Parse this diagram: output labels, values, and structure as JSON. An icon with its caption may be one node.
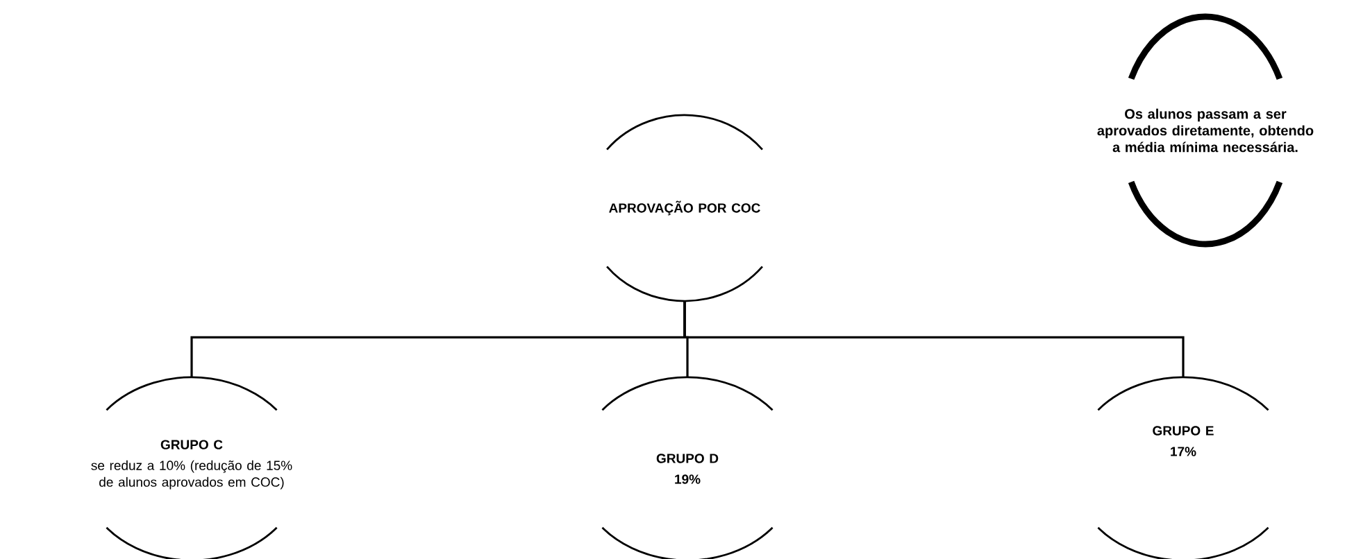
{
  "diagram": {
    "nodes": [
      {
        "text": [
          "APROVAÇÃO POR COC"
        ]
      },
      {
        "text": [
          "Os alunos passam a ser aprovados diretamente, obtendo a média mínima necessária."
        ]
      },
      {
        "text": [
          "GRUPO C",
          "se reduz a 10% (redução de 15% de alunos aprovados em COC)"
        ]
      },
      {
        "text": [
          "GRUPO D",
          "19%"
        ]
      },
      {
        "text": [
          "GRUPO E",
          "17%"
        ]
      }
    ],
    "edges": [
      {
        "from": 0,
        "to": 2,
        "arrow": "none"
      },
      {
        "from": 0,
        "to": 3,
        "arrow": "none"
      },
      {
        "from": 0,
        "to": 4,
        "arrow": "none"
      }
    ]
  }
}
